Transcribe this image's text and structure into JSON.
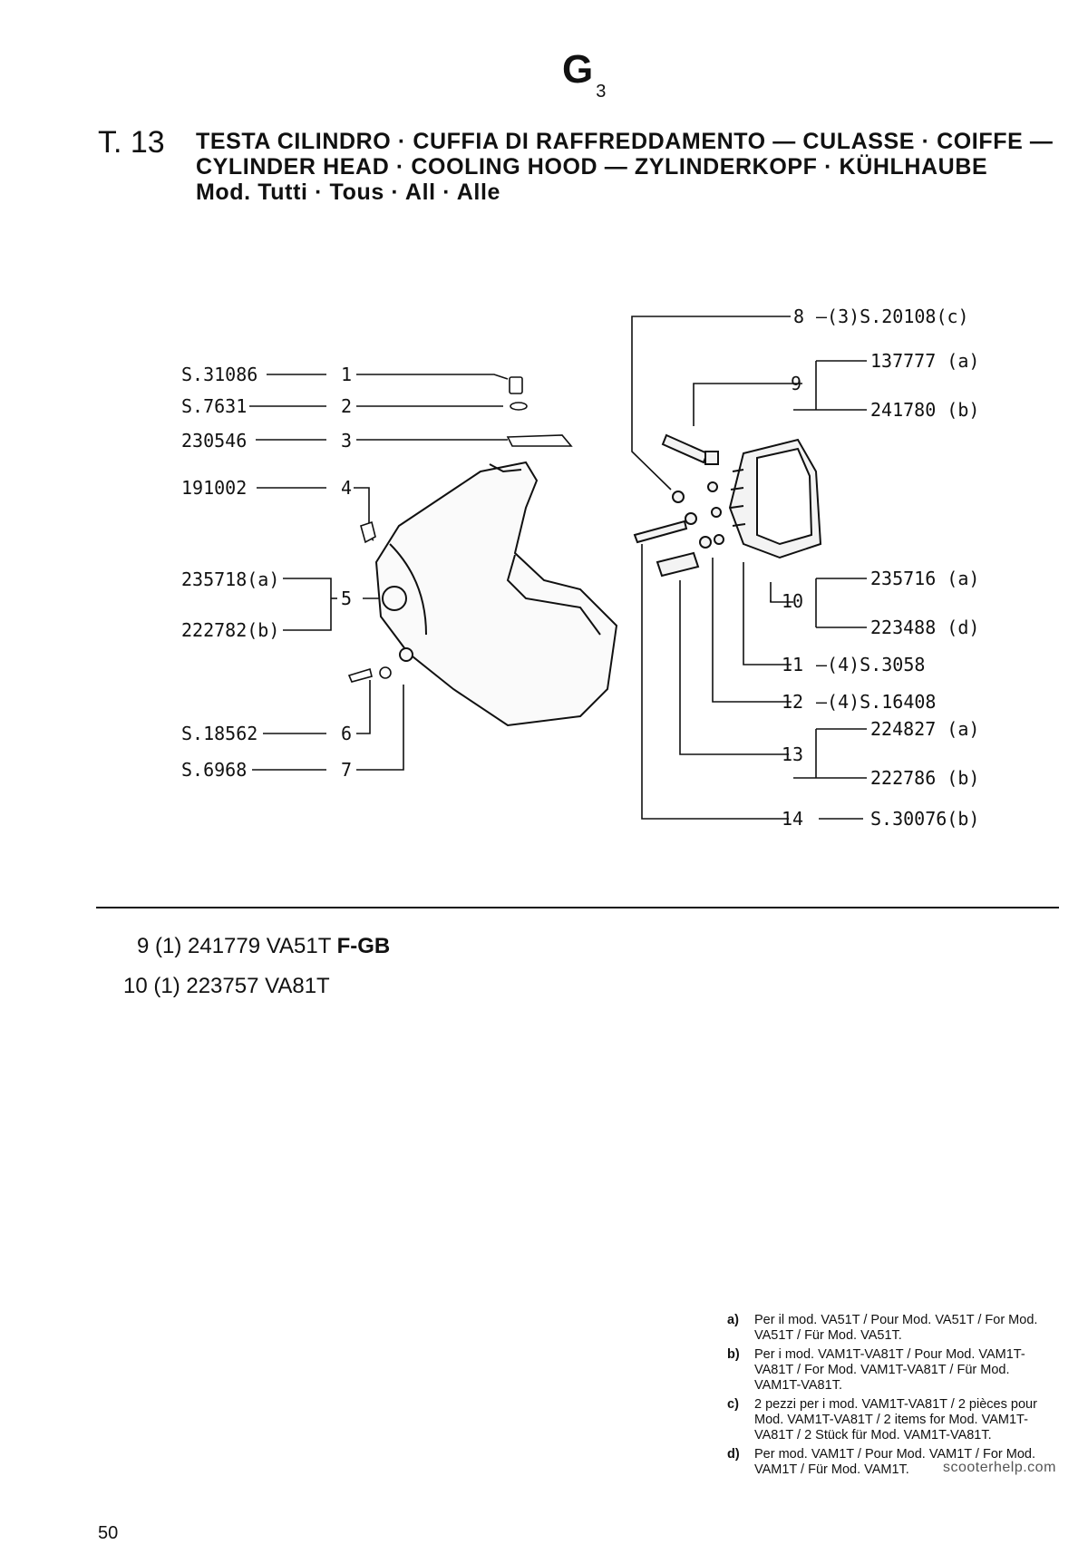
{
  "header": {
    "section_code": "G",
    "section_sub": "3",
    "table_number": "T. 13",
    "title_line1": "TESTA CILINDRO · CUFFIA DI RAFFREDDAMENTO — CULASSE · COIFFE —",
    "title_line2": "CYLINDER HEAD · COOLING HOOD — ZYLINDERKOPF · KÜHLHAUBE",
    "title_line3": "Mod. Tutti · Tous · All · Alle"
  },
  "parts_left": [
    {
      "item": "1",
      "code": "S.31086"
    },
    {
      "item": "2",
      "code": "S.7631"
    },
    {
      "item": "3",
      "code": "230546"
    },
    {
      "item": "4",
      "code": "191002"
    },
    {
      "item": "5",
      "code_a": "235718(a)",
      "code_b": "222782(b)"
    },
    {
      "item": "6",
      "code": "S.18562"
    },
    {
      "item": "7",
      "code": "S.6968"
    }
  ],
  "parts_right": [
    {
      "item": "8",
      "code": "—(3)S.20108(c)"
    },
    {
      "item": "9",
      "code_a": "137777 (a)",
      "code_b": "241780 (b)"
    },
    {
      "item": "10",
      "code_a": "235716 (a)",
      "code_b": "223488 (d)"
    },
    {
      "item": "11",
      "code": "—(4)S.3058"
    },
    {
      "item": "12",
      "code": "—(4)S.16408"
    },
    {
      "item": "13",
      "code_a": "224827 (a)",
      "code_b": "222786 (b)"
    },
    {
      "item": "14",
      "code": "S.30076(b)"
    }
  ],
  "extra_rows": [
    {
      "text": "9 (1) 241779 VA51T",
      "bold": "F-GB"
    },
    {
      "text": "10 (1) 223757 VA81T",
      "bold": ""
    }
  ],
  "footnotes": [
    {
      "key": "a)",
      "text": "Per il mod. VA51T / Pour Mod. VA51T / For Mod. VA51T / Für Mod. VA51T."
    },
    {
      "key": "b)",
      "text": "Per i mod. VAM1T-VA81T / Pour Mod. VAM1T-VA81T / For Mod. VAM1T-VA81T / Für Mod. VAM1T-VA81T."
    },
    {
      "key": "c)",
      "text": "2 pezzi per i mod. VAM1T-VA81T / 2 pièces pour Mod. VAM1T-VA81T / 2 items for Mod. VAM1T-VA81T / 2 Stück für Mod. VAM1T-VA81T."
    },
    {
      "key": "d)",
      "text": "Per mod. VAM1T / Pour Mod. VAM1T / For Mod. VAM1T / Für Mod. VAM1T."
    }
  ],
  "page_number": "50",
  "watermark": "scooterhelp.com"
}
